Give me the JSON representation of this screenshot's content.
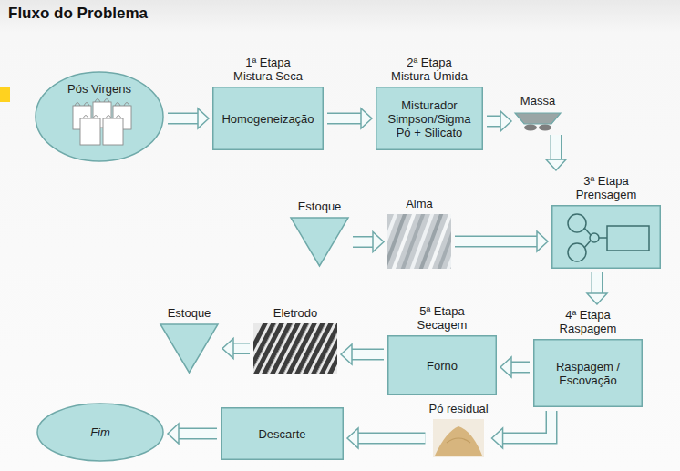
{
  "diagram": {
    "title": "Fluxo do Problema",
    "nodes": [
      {
        "text": [
          "Pós Virgens"
        ]
      },
      {
        "text": [
          "1ª Etapa Mistura Seca",
          "Homogeneização"
        ]
      },
      {
        "text": [
          "2ª Etapa Mistura Úmida",
          "Misturador Simpson/Sigma Pó + Silicato"
        ]
      },
      {
        "text": [
          "Massa"
        ]
      },
      {
        "text": [
          "3ª Etapa Prensagem"
        ]
      },
      {
        "text": [
          "Estoque"
        ]
      },
      {
        "text": [
          "Alma"
        ]
      },
      {
        "text": [
          "4ª Etapa Raspagem",
          "Raspagem / Escovação"
        ]
      },
      {
        "text": [
          "5ª Etapa Secagem",
          "Forno"
        ]
      },
      {
        "text": [
          "Eletrodo"
        ]
      },
      {
        "text": [
          "Estoque"
        ]
      },
      {
        "text": [
          "Pó residual"
        ]
      },
      {
        "text": [
          "Descarte"
        ]
      },
      {
        "text": [
          "Fim"
        ]
      }
    ],
    "edges": [
      {
        "from": 0,
        "to": 1,
        "arrow": "to"
      },
      {
        "from": 1,
        "to": 2,
        "arrow": "to"
      },
      {
        "from": 2,
        "to": 3,
        "arrow": "to"
      },
      {
        "from": 3,
        "to": 4,
        "arrow": "to"
      },
      {
        "from": 5,
        "to": 6,
        "arrow": "to"
      },
      {
        "from": 6,
        "to": 4,
        "arrow": "to"
      },
      {
        "from": 4,
        "to": 7,
        "arrow": "to"
      },
      {
        "from": 7,
        "to": 8,
        "arrow": "to"
      },
      {
        "from": 8,
        "to": 9,
        "arrow": "to"
      },
      {
        "from": 9,
        "to": 10,
        "arrow": "to"
      },
      {
        "from": 7,
        "to": 11,
        "arrow": "to"
      },
      {
        "from": 11,
        "to": 12,
        "arrow": "to"
      },
      {
        "from": 12,
        "to": 13,
        "arrow": "to"
      }
    ]
  }
}
